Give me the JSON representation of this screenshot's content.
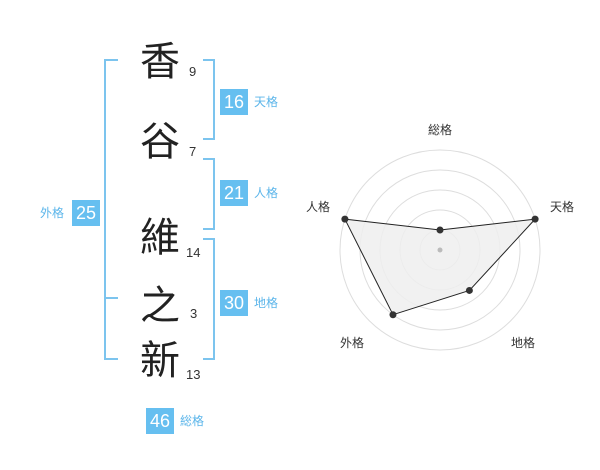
{
  "name": {
    "chars": [
      {
        "char": "香",
        "strokes": "9"
      },
      {
        "char": "谷",
        "strokes": "7"
      },
      {
        "char": "維",
        "strokes": "14"
      },
      {
        "char": "之",
        "strokes": "3"
      },
      {
        "char": "新",
        "strokes": "13"
      }
    ]
  },
  "fortunes": {
    "tenkaku": {
      "value": "16",
      "label": "天格"
    },
    "jinkaku": {
      "value": "21",
      "label": "人格"
    },
    "chikaku": {
      "value": "30",
      "label": "地格"
    },
    "gaikaku": {
      "value": "25",
      "label": "外格"
    },
    "soukaku": {
      "value": "46",
      "label": "総格"
    }
  },
  "colors": {
    "accent": "#66bff0",
    "bracket": "#7cc4ee",
    "kanji": "#222222",
    "radar_fill": "#eeeeee",
    "radar_grid": "#dddddd"
  },
  "radar": {
    "axes": [
      "総格",
      "天格",
      "地格",
      "外格",
      "人格"
    ],
    "levels": 5,
    "values": [
      1,
      5,
      2.5,
      4,
      5
    ]
  }
}
